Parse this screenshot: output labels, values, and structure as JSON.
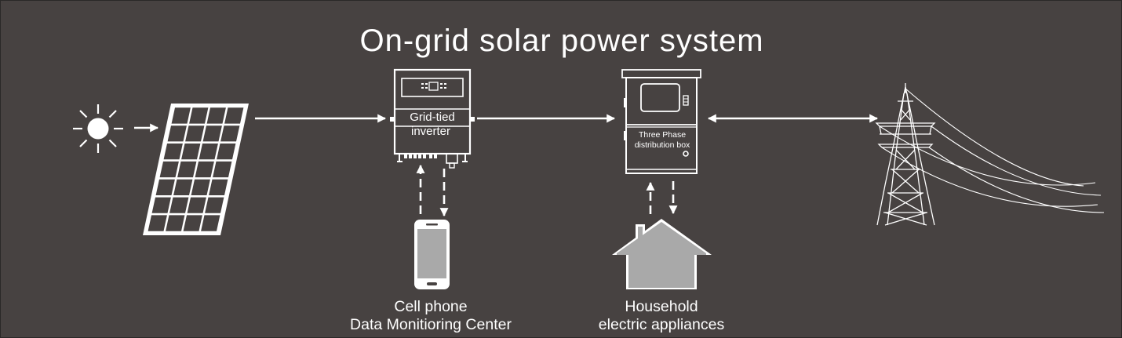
{
  "title": "On-grid solar power system",
  "inverter": {
    "label_line1": "Grid-tied",
    "label_line2": "inverter"
  },
  "distribution_box": {
    "label_line1": "Three Phase",
    "label_line2": "distribution box"
  },
  "phone": {
    "caption_line1": "Cell phone",
    "caption_line2": "Data Monitioring Center"
  },
  "house": {
    "caption_line1": "Household",
    "caption_line2": "electric appliances"
  },
  "colors": {
    "background": "#474241",
    "foreground": "#ffffff",
    "device_gray": "#a9a9a9"
  }
}
